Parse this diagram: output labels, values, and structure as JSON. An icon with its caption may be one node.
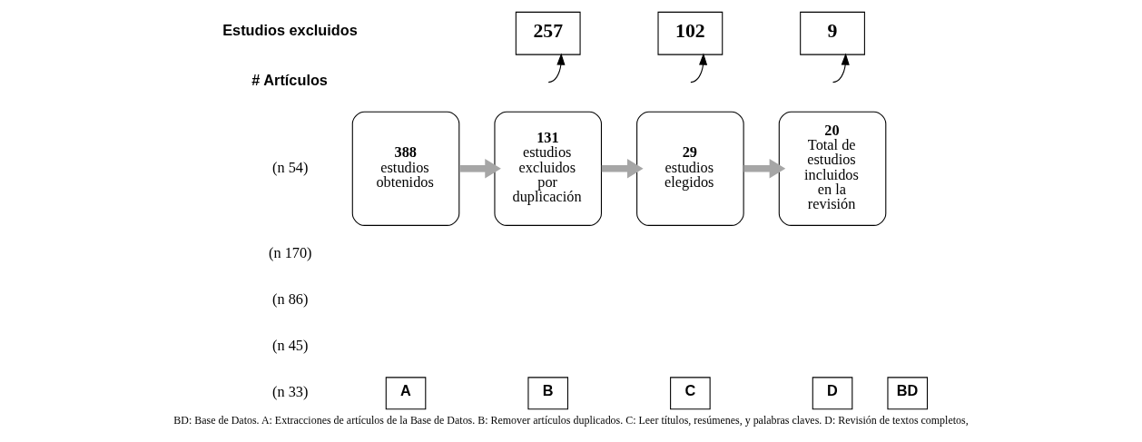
{
  "diagram": {
    "caption": "BD: Base de Datos. A: Extracciones de artículos de la Base de Datos. B: Remover artículos duplicados. C: Leer títulos, resúmenes, y palabras claves. D: Revisión de textos completos,",
    "nodes": [
      {
        "text": [
          "257"
        ]
      },
      {
        "text": [
          "102"
        ]
      },
      {
        "text": [
          "9"
        ]
      },
      {
        "text": [
          "388",
          "estudios obtenidos"
        ]
      },
      {
        "text": [
          "131",
          "estudios excluidos por duplicación"
        ]
      },
      {
        "text": [
          "29",
          "estudios elegidos"
        ]
      },
      {
        "text": [
          "20",
          "Total de estudios incluidos en la revisión"
        ]
      },
      {
        "text": [
          "BD"
        ]
      },
      {
        "text": [
          "A"
        ]
      },
      {
        "text": [
          "B"
        ]
      },
      {
        "text": [
          "C"
        ]
      },
      {
        "text": [
          "D"
        ]
      }
    ],
    "edges": [
      {
        "from": 3,
        "to": 4,
        "arrow": "to",
        "style": "thick",
        "color": "#a6a6a6"
      },
      {
        "from": 4,
        "to": 5,
        "arrow": "to",
        "style": "thick",
        "color": "#a6a6a6"
      },
      {
        "from": 5,
        "to": 6,
        "arrow": "to",
        "style": "thick",
        "color": "#a6a6a6"
      },
      {
        "from": null,
        "to": 0,
        "arrow": "to",
        "color": "#000000"
      },
      {
        "from": null,
        "to": 1,
        "arrow": "to",
        "color": "#000000"
      },
      {
        "from": null,
        "to": 2,
        "arrow": "to",
        "color": "#000000"
      }
    ],
    "labels": [
      "Estudios excluidos",
      "# Artículos",
      "(n 54)",
      "(n 170)",
      "(n 86)",
      "(n 45)",
      "(n 33)"
    ]
  }
}
